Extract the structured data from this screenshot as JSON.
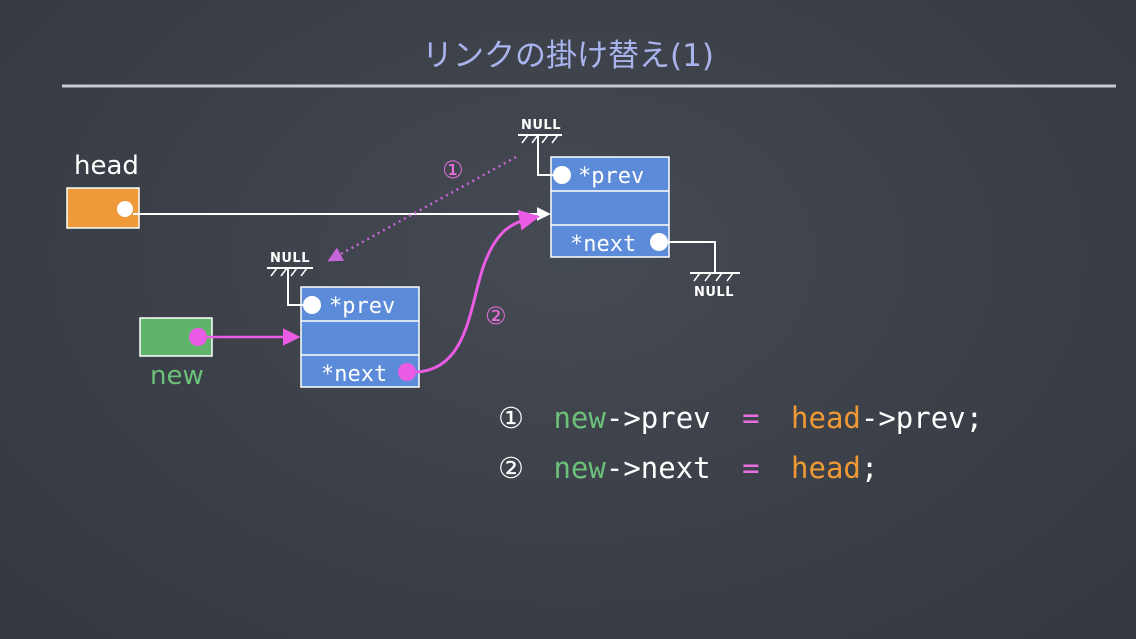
{
  "title": "リンクの掛け替え(1)",
  "labels": {
    "head": "head",
    "new": "new",
    "null_text": "NULL"
  },
  "nodes": {
    "existing": {
      "prev_label": "*prev",
      "next_label": "*next"
    },
    "new_node": {
      "prev_label": "*prev",
      "next_label": "*next"
    }
  },
  "step_markers": {
    "one": "①",
    "two": "②"
  },
  "code_lines": [
    {
      "marker": "①",
      "var": "new",
      "op1": "->prev",
      "eq": "=",
      "head": "head",
      "op2": "->prev",
      "end": ";"
    },
    {
      "marker": "②",
      "var": "new",
      "op1": "->next",
      "eq": "=",
      "head": "head",
      "op2": "",
      "end": ";"
    }
  ],
  "colors": {
    "title": "#a9b4ee",
    "head_box": "#ee9a3a",
    "new_box": "#5fb46a",
    "node_fill": "#5b8bd9",
    "pointer_magenta": "#e95ce3",
    "code_green": "#6cc17a",
    "code_orange": "#ef9a35",
    "code_pink": "#e86fdd",
    "chalk": "#ffffff"
  }
}
